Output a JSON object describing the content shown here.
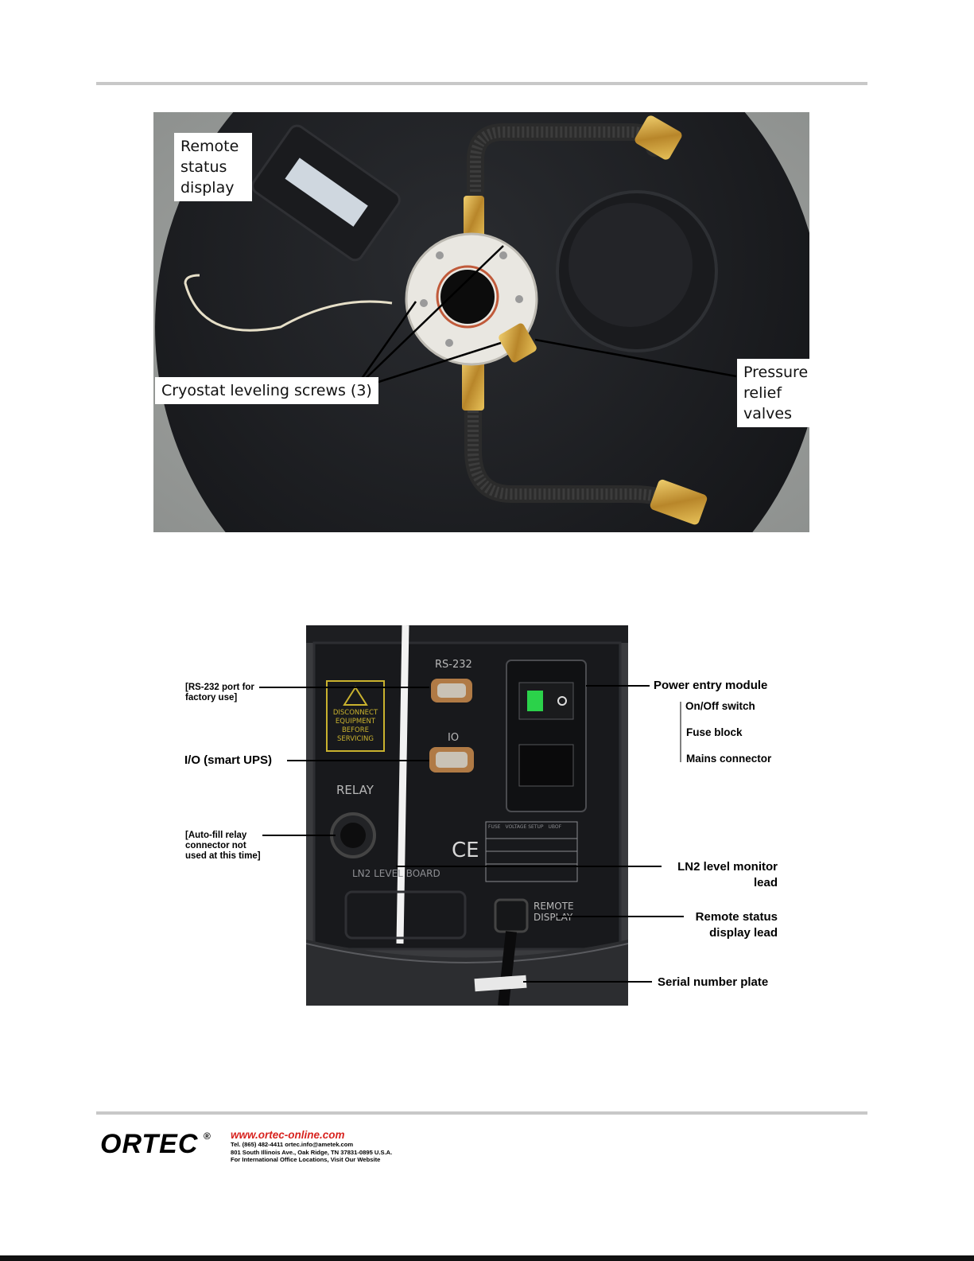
{
  "figure_top": {
    "callouts": {
      "remote_display": [
        "Remote",
        "status",
        "display"
      ],
      "leveling_screws": "Cryostat leveling screws (3)",
      "pressure_relief": [
        "Pressure",
        "relief",
        "valves"
      ]
    }
  },
  "figure_bottom": {
    "panel_text": {
      "rs232": "RS-232",
      "io": "IO",
      "relay": "RELAY",
      "ce": "CE",
      "ln2_board": "LN2 LEVEL BOARD",
      "remote_display": [
        "REMOTE",
        "DISPLAY"
      ],
      "warning": [
        "DISCONNECT",
        "EQUIPMENT",
        "BEFORE",
        "SERVICING"
      ],
      "fuse_rating_head": [
        "FUSE",
        "VOLTAGE SETUP",
        "UBOF"
      ]
    },
    "labels": {
      "rs232_port": [
        "[RS-232 port for",
        "factory use]"
      ],
      "io_port": "I/O (smart UPS)",
      "relay": [
        "[Auto-fill relay",
        "connector not",
        "used at this time]"
      ],
      "power_entry": "Power entry module",
      "on_off": "On/Off switch",
      "fuse_block": "Fuse block",
      "mains": "Mains connector",
      "ln2_lead": [
        "LN2 level monitor",
        "lead"
      ],
      "remote_lead": [
        "Remote status",
        "display lead"
      ],
      "serial_plate": "Serial number plate"
    }
  },
  "footer": {
    "logo": "ORTEC",
    "registered": "®",
    "url": "www.ortec-online.com",
    "contact_lines": [
      "Tel. (865) 482-4411     ortec.info@ametek.com",
      "801 South Illinois Ave., Oak Ridge, TN 37831-0895 U.S.A.",
      "For International Office Locations, Visit Our Website"
    ]
  },
  "colors": {
    "rule": "#c8c8c8",
    "footer_url": "#d8231f",
    "dewar_body": "#1d1f22",
    "brass": "#c49a3a"
  }
}
